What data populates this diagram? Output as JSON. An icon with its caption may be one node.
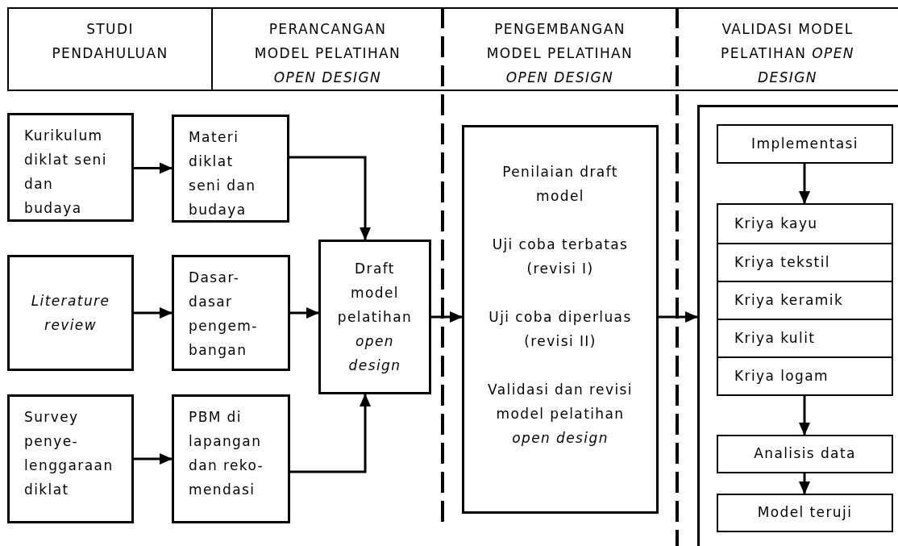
{
  "diagram": {
    "nodes": [
      {
        "text": [
          "STUDI PENDAHULUAN"
        ]
      },
      {
        "text": [
          "PERANCANGAN MODEL PELATIHAN *OPEN DESIGN*"
        ]
      },
      {
        "text": [
          "PENGEMBANGAN MODEL PELATIHAN *OPEN DESIGN*"
        ]
      },
      {
        "text": [
          "VALIDASI MODEL PELATIHAN *OPEN DESIGN*"
        ]
      },
      {
        "text": [
          "Kurikulum diklat seni dan budaya"
        ]
      },
      {
        "text": [
          "Materi diklat seni dan budaya"
        ]
      },
      {
        "text": [
          "Literature review"
        ]
      },
      {
        "text": [
          "Dasar-dasar pengem- bangan"
        ]
      },
      {
        "text": [
          "Draft model pelatihan *open design*"
        ]
      },
      {
        "text": [
          "Survey penye- lenggaraan diklat"
        ]
      },
      {
        "text": [
          "PBM di lapangan dan reko- mendasi"
        ]
      },
      {
        "text": [
          "Penilaian draft model",
          "Uji coba terbatas (revisi I)",
          "Uji coba diperluas (revisi II)",
          "Validasi dan revisi model pelatihan *open design*"
        ]
      },
      {
        "text": [],
        "shape": "box"
      },
      {
        "text": [
          "Implementasi"
        ],
        "in": 12
      },
      {
        "text": [],
        "shape": "box",
        "in": 12
      },
      {
        "text": [
          "Kriya kayu"
        ],
        "in": 14
      },
      {
        "text": [
          "Kriya tekstil"
        ],
        "in": 14
      },
      {
        "text": [
          "Kriya keramik"
        ],
        "in": 14
      },
      {
        "text": [
          "Kriya kulit"
        ],
        "in": 14
      },
      {
        "text": [
          "Kriya logam"
        ],
        "in": 14
      },
      {
        "text": [
          "Analisis data"
        ],
        "in": 12
      },
      {
        "text": [
          "Model teruji"
        ],
        "in": 12
      }
    ],
    "edges": [
      {
        "from": 4,
        "to": 5,
        "arrow": "to"
      },
      {
        "from": 6,
        "to": 7,
        "arrow": "to"
      },
      {
        "from": 9,
        "to": 10,
        "arrow": "to"
      },
      {
        "from": 5,
        "to": 8,
        "arrow": "to"
      },
      {
        "from": 7,
        "to": 8,
        "arrow": "to"
      },
      {
        "from": 10,
        "to": 8,
        "arrow": "to"
      },
      {
        "from": 8,
        "to": 11,
        "arrow": "to"
      },
      {
        "from": 11,
        "to": 12,
        "arrow": "to"
      },
      {
        "from": 13,
        "to": 14,
        "arrow": "to"
      },
      {
        "from": 14,
        "to": 20,
        "arrow": "to"
      },
      {
        "from": 20,
        "to": 21,
        "arrow": "to"
      }
    ]
  }
}
